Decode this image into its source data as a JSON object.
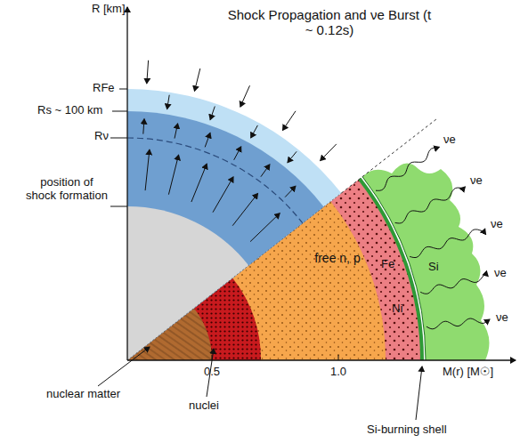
{
  "diagram": {
    "title": "Shock Propagation and νe Burst (t ~ 0.12s)",
    "labels": [
      "R [km]",
      "RFe",
      "Rs ~ 100 km",
      "Rν",
      "position of shock formation",
      "free n, p",
      "Fe",
      "Ni",
      "Si",
      "νe",
      "νe",
      "νe",
      "νe",
      "νe",
      "0.5",
      "1.0",
      "M(r) [M☉]",
      "nuclear matter",
      "nuclei",
      "Si-burning shell"
    ]
  }
}
